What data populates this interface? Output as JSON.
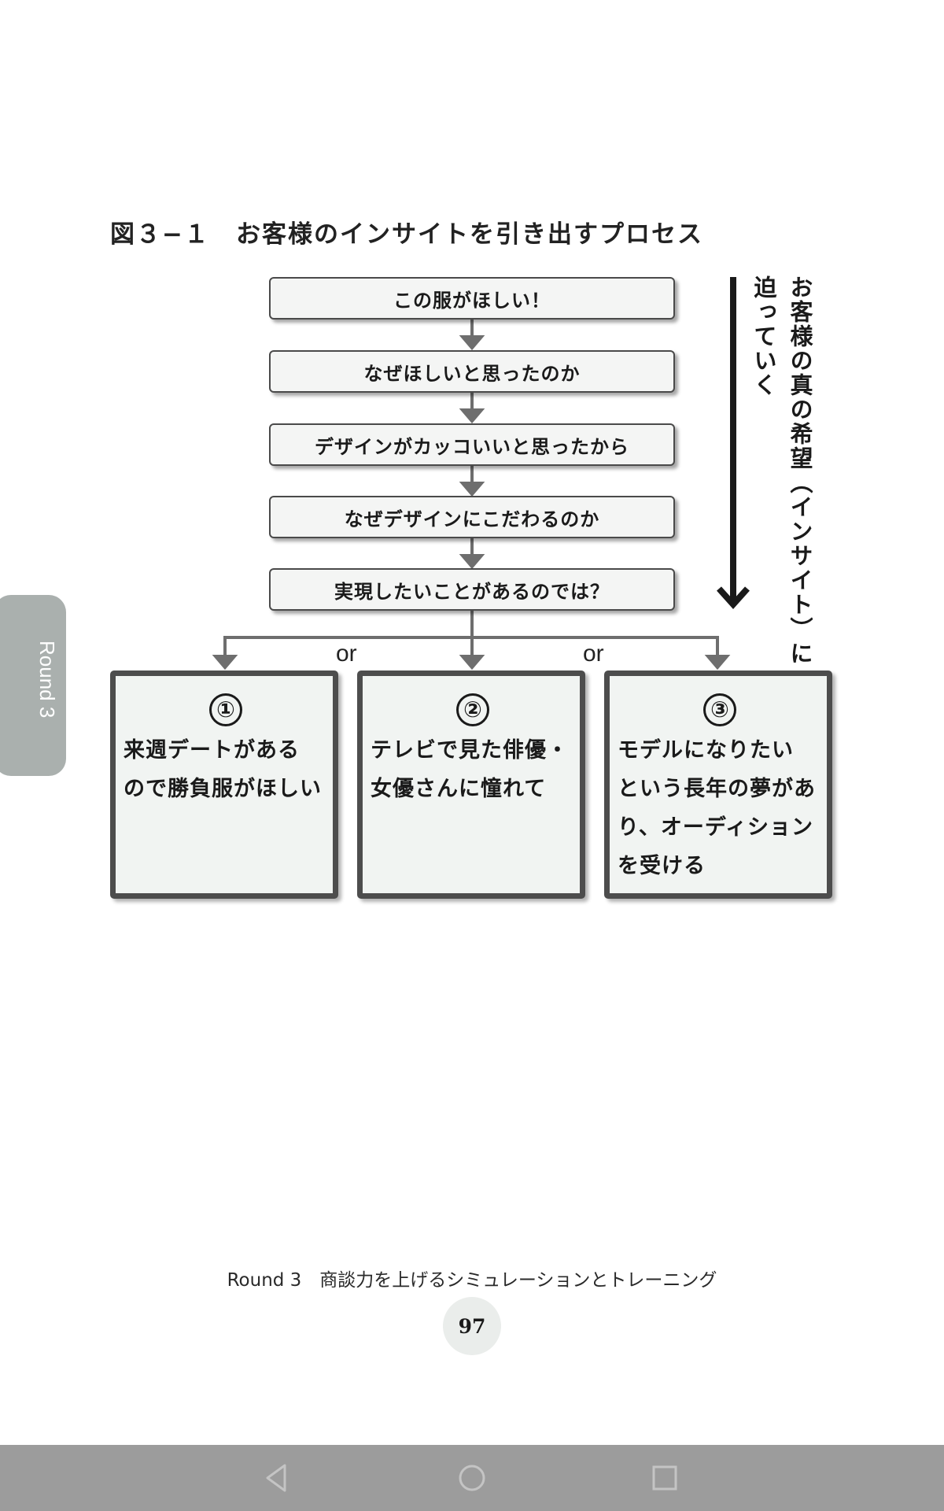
{
  "figure": {
    "title": "図３−１　お客様のインサイトを引き出すプロセス",
    "steps": [
      "この服がほしい！",
      "なぜほしいと思ったのか",
      "デザインがカッコいいと思ったから",
      "なぜデザインにこだわるのか",
      "実現したいことがあるのでは？"
    ],
    "side_text_col1": "お客様の真の希望（インサイト）に",
    "side_text_col2": "迫っていく",
    "or_label": "or",
    "options": [
      {
        "number": "①",
        "lines": [
          "来週デートがある",
          "ので勝負服がほしい"
        ]
      },
      {
        "number": "②",
        "lines": [
          "テレビで見た俳優・",
          "女優さんに憧れて"
        ]
      },
      {
        "number": "③",
        "lines": [
          "モデルになりたい",
          "という長年の夢があ",
          "り、オーディション",
          "を受ける"
        ]
      }
    ]
  },
  "side_tab": {
    "label": "Round 3"
  },
  "footer": {
    "running_title": "Round 3　商談力を上げるシミュレーションとトレーニング",
    "page_number": "97"
  },
  "colors": {
    "box_fill": "#f4f5f4",
    "arrow_gray": "#6e6e6e",
    "tab_gray": "#aab0ae",
    "nav_bar": "#9c9c9c"
  },
  "nav_bar": {
    "icons": [
      "back-icon",
      "home-icon",
      "recents-icon"
    ]
  }
}
